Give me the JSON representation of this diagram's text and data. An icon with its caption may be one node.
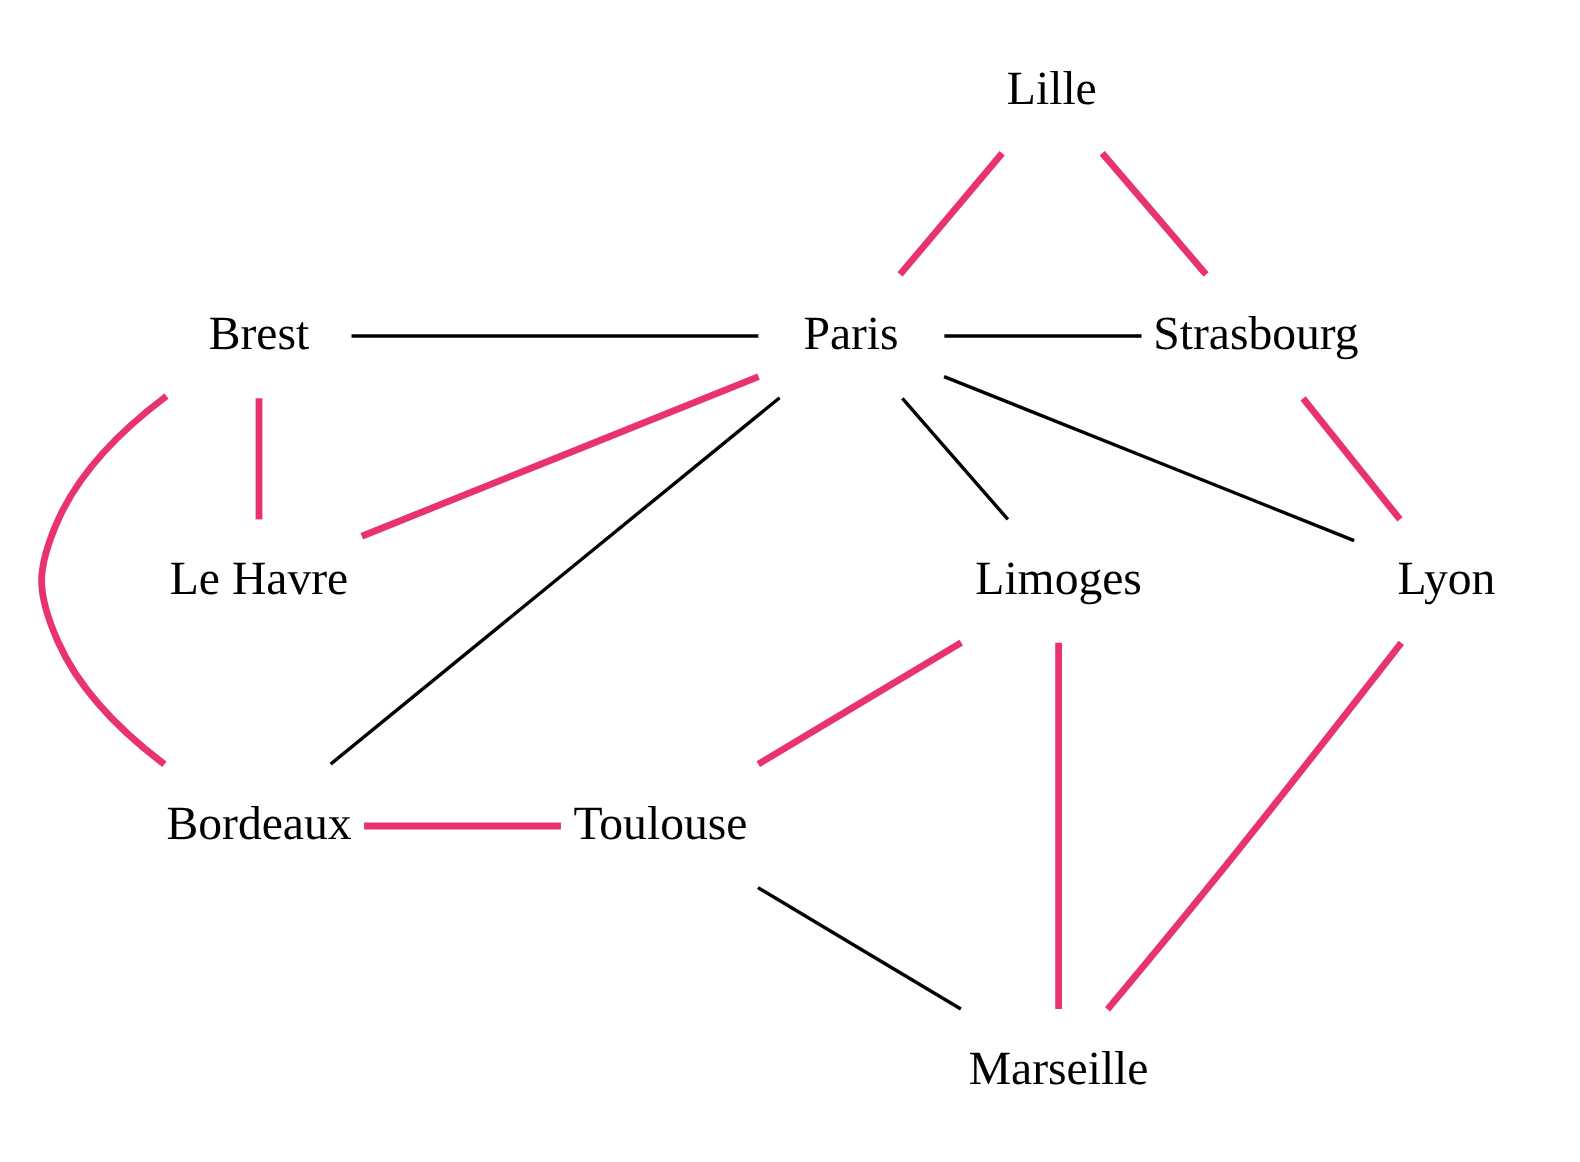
{
  "diagram": {
    "nodes": [
      {
        "text": [
          "Lille"
        ]
      },
      {
        "text": [
          "Le Havre"
        ]
      },
      {
        "text": [
          "Brest"
        ]
      },
      {
        "text": [
          "Paris"
        ]
      },
      {
        "text": [
          "Strasbourg"
        ]
      },
      {
        "text": [
          "Limoges"
        ]
      },
      {
        "text": [
          "Lyon"
        ]
      },
      {
        "text": [
          "Toulouse"
        ]
      },
      {
        "text": [
          "Bordeaux"
        ]
      },
      {
        "text": [
          "Marseille"
        ]
      }
    ],
    "edges": [
      {
        "from": 0,
        "to": 3,
        "arrow": "none"
      },
      {
        "from": 0,
        "to": 4,
        "arrow": "none"
      },
      {
        "from": 1,
        "to": 3,
        "arrow": "none"
      },
      {
        "from": 2,
        "to": 1,
        "arrow": "none"
      },
      {
        "from": 2,
        "to": 3,
        "arrow": "none",
        "color": "#000000"
      },
      {
        "from": 3,
        "to": 4,
        "arrow": "none",
        "color": "#000000"
      },
      {
        "from": 3,
        "to": 6,
        "arrow": "none",
        "color": "#000000"
      },
      {
        "from": 3,
        "to": 8,
        "arrow": "none",
        "color": "#000000"
      },
      {
        "from": 3,
        "to": 5,
        "arrow": "none",
        "color": "#000000"
      },
      {
        "from": 2,
        "to": 8,
        "arrow": "none"
      },
      {
        "from": 8,
        "to": 7,
        "arrow": "none"
      },
      {
        "from": 5,
        "to": 7,
        "arrow": "none"
      },
      {
        "from": 5,
        "to": 9,
        "arrow": "none"
      },
      {
        "from": 7,
        "to": 9,
        "arrow": "none",
        "color": "#000000"
      },
      {
        "from": 4,
        "to": 6,
        "arrow": "none"
      },
      {
        "from": 6,
        "to": 9,
        "arrow": "none"
      }
    ]
  }
}
